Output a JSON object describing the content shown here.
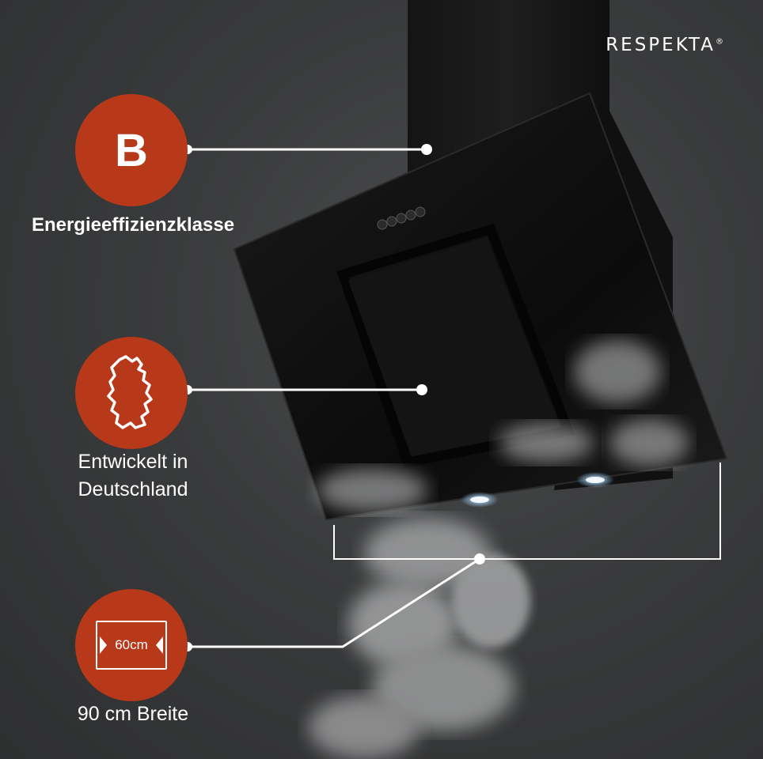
{
  "brand": {
    "name": "RESPEKTA",
    "mark": "®"
  },
  "features": [
    {
      "id": "energy",
      "badge_text": "B",
      "caption": "Energieeffizienzklasse",
      "icon": "energy-class-letter"
    },
    {
      "id": "origin",
      "caption_lines": [
        "Entwickelt in",
        "Deutschland"
      ],
      "icon": "germany-map-icon"
    },
    {
      "id": "width",
      "icon_value": "60cm",
      "caption": "90 cm Breite",
      "icon": "width-measure-icon"
    }
  ],
  "colors": {
    "accent": "#b8391a",
    "background": "#3a3b3c",
    "text": "#ffffff",
    "hood_glass": "#0d0d0e"
  }
}
